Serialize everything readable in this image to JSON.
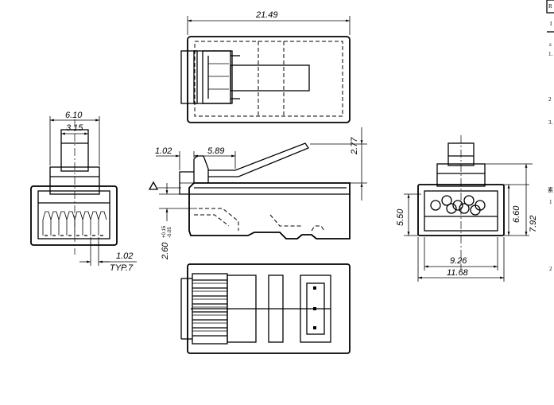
{
  "dimensions": {
    "overall_length": "21.49",
    "top_width": "6.10",
    "key_width": "3.15",
    "pitch": "1.02",
    "typ": "TYP.7",
    "latch_offset": "1.02",
    "latch_length": "5.89",
    "latch_height": "2.77",
    "contact_height": "2.60",
    "tol_plus": "+0.15",
    "tol_minus": "-0.05",
    "body_height": "5.50",
    "inner_height": "6.60",
    "outer_height": "7.92",
    "inner_width": "9.26",
    "outer_width": "11.68"
  },
  "notes": {
    "corner_top": "R",
    "corner_mark": "I",
    "s_label": "s",
    "n1": "1.",
    "n2": "2",
    "n3": "3.",
    "n4": "1",
    "n5": "2",
    "chinese_mark": "素"
  }
}
